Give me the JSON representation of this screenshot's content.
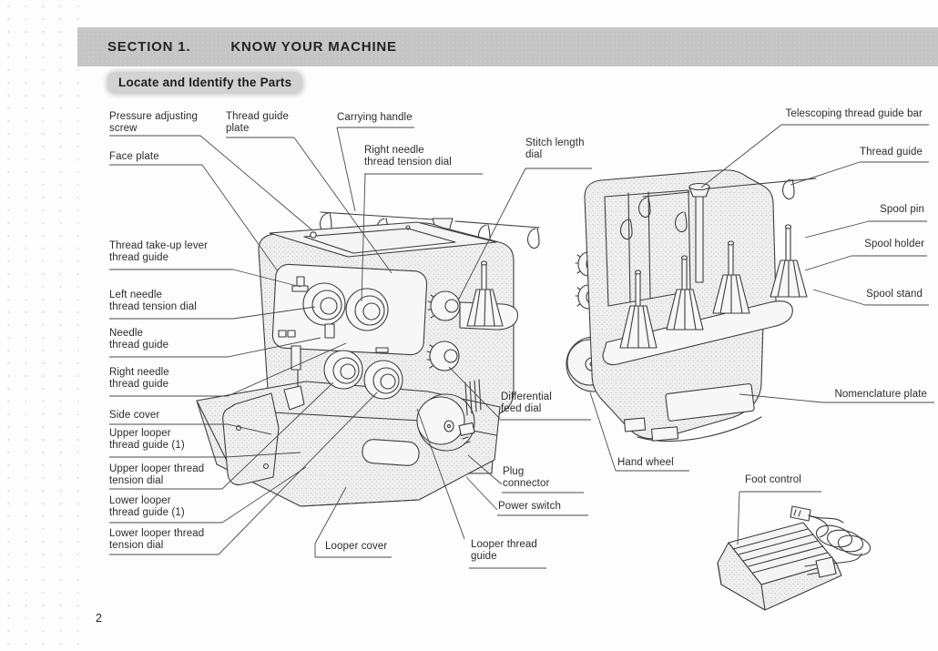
{
  "page": {
    "number": "2"
  },
  "header": {
    "section": "SECTION 1.",
    "title": "KNOW YOUR MACHINE"
  },
  "subheader": {
    "title": "Locate and Identify the Parts"
  },
  "colors": {
    "header_band": "#c6c6c6",
    "subheader_bg": "#d2d2d2",
    "ink": "#2b2b2b"
  },
  "illustrations": {
    "front_view": "serger front three-quarter line drawing",
    "rear_view": "serger rear three-quarter line drawing with spool stand",
    "foot_control": "foot control pedal with power cord and plugs"
  },
  "labels": {
    "pressure_adjusting_screw": "Pressure adjusting\nscrew",
    "thread_guide_plate": "Thread guide\nplate",
    "carrying_handle": "Carrying handle",
    "right_needle_thread_tension_dial": "Right needle\nthread tension dial",
    "stitch_length_dial": "Stitch length\ndial",
    "face_plate": "Face plate",
    "thread_take_up_lever_thread_guide": "Thread take-up lever\nthread guide",
    "left_needle_thread_tension_dial": "Left needle\nthread tension dial",
    "needle_thread_guide": "Needle\nthread guide",
    "right_needle_thread_guide": "Right needle\nthread guide",
    "side_cover": "Side cover",
    "upper_looper_thread_guide_1": "Upper looper\nthread guide (1)",
    "upper_looper_thread_tension_dial": "Upper looper thread\ntension dial",
    "lower_looper_thread_guide_1": "Lower looper\nthread guide (1)",
    "lower_looper_thread_tension_dial": "Lower looper thread\ntension dial",
    "looper_cover": "Looper cover",
    "looper_thread_guide": "Looper thread\nguide",
    "differential_feed_dial": "Differential\nfeed dial",
    "plug_connector": "Plug\nconnector",
    "power_switch": "Power switch",
    "telescoping_thread_guide_bar": "Telescoping thread guide bar",
    "thread_guide": "Thread guide",
    "spool_pin": "Spool pin",
    "spool_holder": "Spool holder",
    "spool_stand": "Spool stand",
    "nomenclature_plate": "Nomenclature plate",
    "hand_wheel": "Hand wheel",
    "foot_control": "Foot control"
  }
}
